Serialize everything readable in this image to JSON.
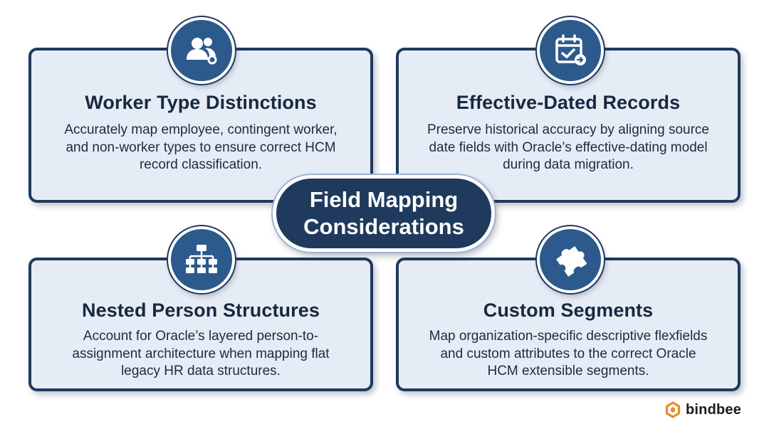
{
  "center": {
    "line1": "Field Mapping",
    "line2": "Considerations"
  },
  "cards": [
    {
      "title": "Worker Type Distinctions",
      "lines": [
        "Accurately map employee, contingent worker,",
        "and non-worker types to ensure correct HCM",
        "record classification."
      ],
      "icon": "users-icon"
    },
    {
      "title": "Effective-Dated Records",
      "lines": [
        "Preserve historical accuracy by aligning source",
        "date fields with Oracle’s effective-dating model",
        "during data migration."
      ],
      "icon": "calendar-check-icon"
    },
    {
      "title": "Nested Person Structures",
      "lines": [
        "Account for Oracle’s layered person-to-",
        "assignment architecture when mapping flat",
        "legacy HR data structures."
      ],
      "icon": "hierarchy-icon"
    },
    {
      "title": "Custom Segments",
      "lines": [
        "Map organization-specific descriptive flexfields",
        "and custom attributes to the correct Oracle",
        "HCM extensible segments."
      ],
      "icon": "puzzle-icon"
    }
  ],
  "brand": {
    "name": "bindbee",
    "logo_color": "#f08a24"
  },
  "colors": {
    "navy": "#1f3a5c",
    "card_bg": "#e6ecf5",
    "icon_bg": "#2c5a8c"
  }
}
